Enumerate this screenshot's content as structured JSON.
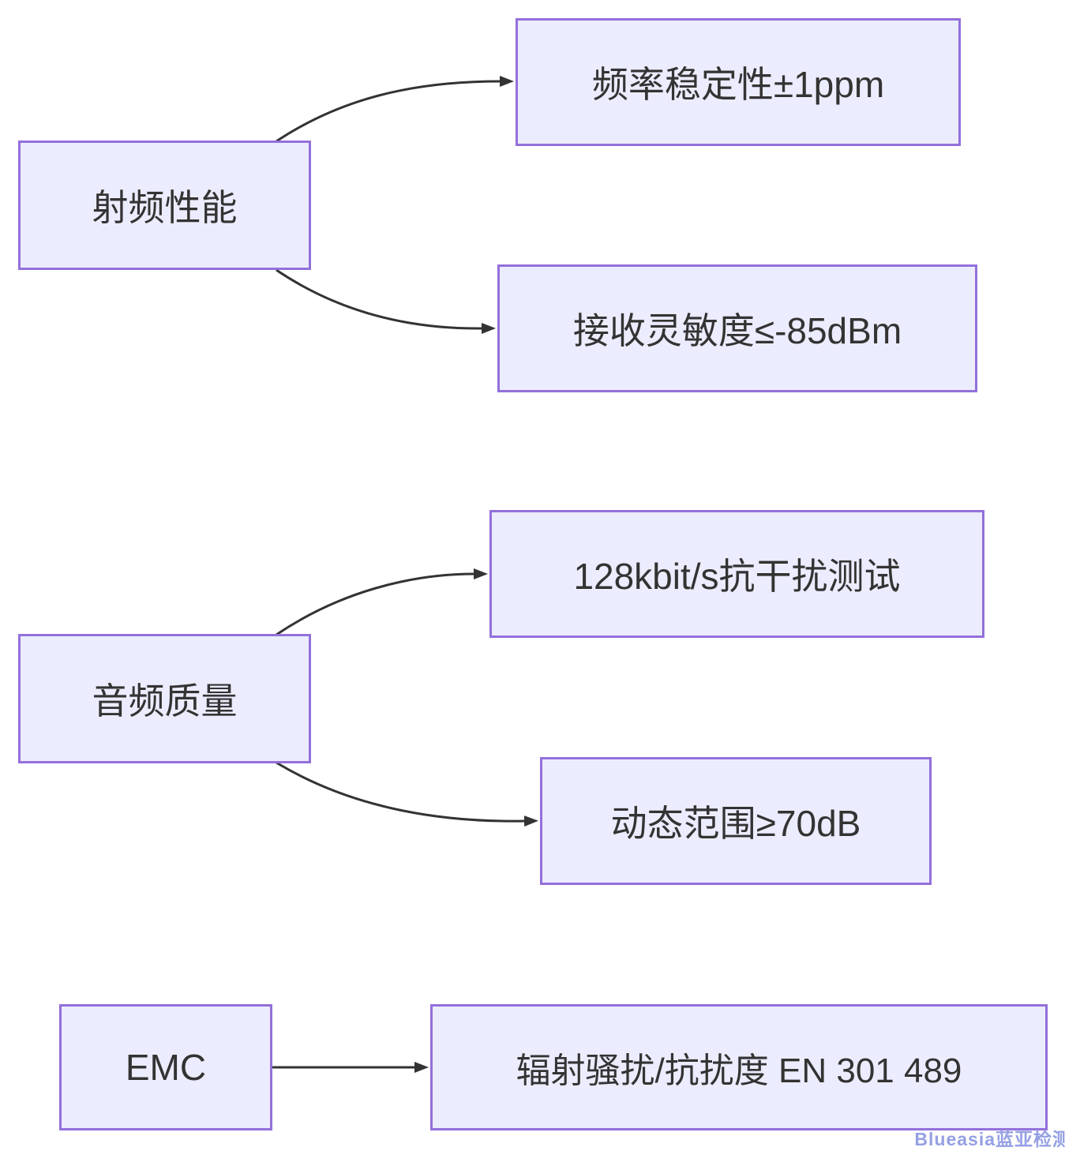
{
  "diagram": {
    "type": "flowchart",
    "direction": "left-to-right",
    "nodes": {
      "rf": {
        "label": "射频性能"
      },
      "freq_stability": {
        "label": "频率稳定性±1ppm"
      },
      "rx_sensitivity": {
        "label": "接收灵敏度≤-85dBm"
      },
      "audio": {
        "label": "音频质量"
      },
      "bitrate_test": {
        "label": "128kbit/s抗干扰测试"
      },
      "dynamic_range": {
        "label": "动态范围≥70dB"
      },
      "emc": {
        "label": "EMC"
      },
      "emc_test": {
        "label": "辐射骚扰/抗扰度 EN 301 489"
      }
    },
    "edges": [
      {
        "from": "rf",
        "to": "freq_stability"
      },
      {
        "from": "rf",
        "to": "rx_sensitivity"
      },
      {
        "from": "audio",
        "to": "bitrate_test"
      },
      {
        "from": "audio",
        "to": "dynamic_range"
      },
      {
        "from": "emc",
        "to": "emc_test"
      }
    ],
    "colors": {
      "node_fill": "#ECECFF",
      "node_border": "#9370DB",
      "edge": "#333333",
      "text": "#333333"
    }
  },
  "watermark": {
    "text": "Blueasia蓝亚检测",
    "color": "#95A0E3"
  }
}
